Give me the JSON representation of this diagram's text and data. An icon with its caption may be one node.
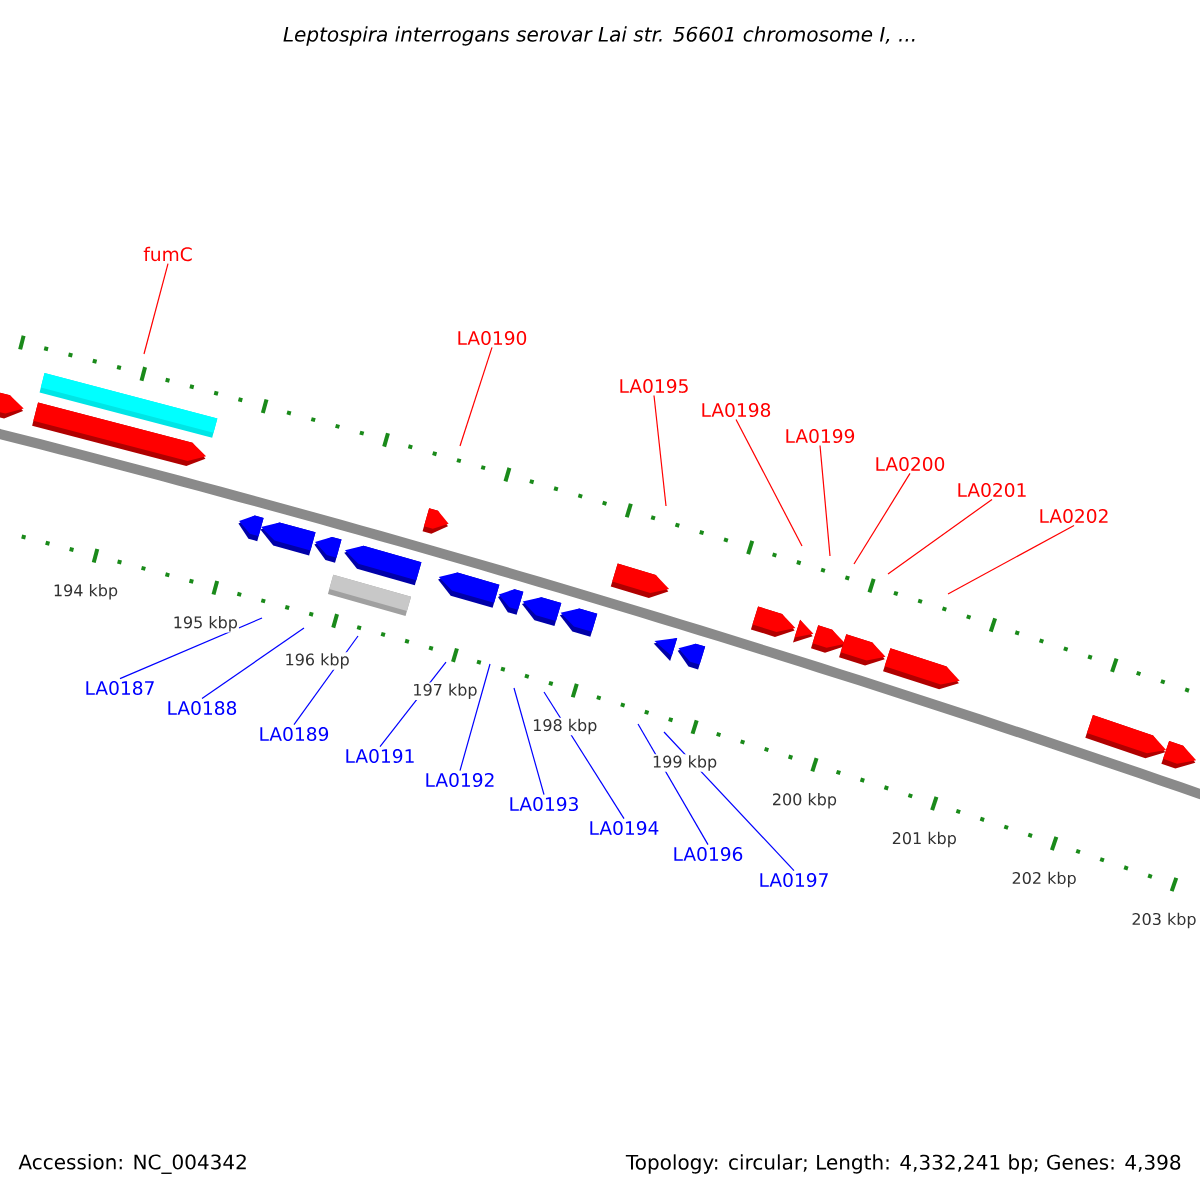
{
  "diagram": {
    "title": "Leptospira interrogans serovar Lai str. 56601 chromosome I, ...",
    "nodes": [
      {
        "text": [
          "fumC"
        ]
      },
      {
        "text": [
          "LA0190"
        ]
      },
      {
        "text": [
          "LA0195"
        ]
      },
      {
        "text": [
          "LA0198"
        ]
      },
      {
        "text": [
          "LA0199"
        ]
      },
      {
        "text": [
          "LA0200"
        ]
      },
      {
        "text": [
          "LA0201"
        ]
      },
      {
        "text": [
          "LA0202"
        ]
      },
      {
        "text": [
          "LA0187"
        ]
      },
      {
        "text": [
          "LA0188"
        ]
      },
      {
        "text": [
          "LA0189"
        ]
      },
      {
        "text": [
          "LA0191"
        ]
      },
      {
        "text": [
          "LA0192"
        ]
      },
      {
        "text": [
          "LA0193"
        ]
      },
      {
        "text": [
          "LA0194"
        ]
      },
      {
        "text": [
          "LA0196"
        ]
      },
      {
        "text": [
          "LA0197"
        ]
      }
    ],
    "edges": [
      {
        "from": 0,
        "to": null,
        "arrow": "none",
        "color": "#ff0000"
      },
      {
        "from": 1,
        "to": null,
        "arrow": "none",
        "color": "#ff0000"
      },
      {
        "from": 2,
        "to": null,
        "arrow": "none",
        "color": "#ff0000"
      },
      {
        "from": 3,
        "to": null,
        "arrow": "none",
        "color": "#ff0000"
      },
      {
        "from": 4,
        "to": null,
        "arrow": "none",
        "color": "#ff0000"
      },
      {
        "from": 5,
        "to": null,
        "arrow": "none",
        "color": "#ff0000"
      },
      {
        "from": 6,
        "to": null,
        "arrow": "none",
        "color": "#ff0000"
      },
      {
        "from": 7,
        "to": null,
        "arrow": "none",
        "color": "#ff0000"
      },
      {
        "from": 8,
        "to": null,
        "arrow": "none"
      },
      {
        "from": 9,
        "to": null,
        "arrow": "none"
      },
      {
        "from": 10,
        "to": null,
        "arrow": "none"
      },
      {
        "from": 11,
        "to": null,
        "arrow": "none"
      },
      {
        "from": 12,
        "to": null,
        "arrow": "none"
      },
      {
        "from": 13,
        "to": null,
        "arrow": "none"
      },
      {
        "from": 14,
        "to": null,
        "arrow": "none"
      },
      {
        "from": 15,
        "to": null,
        "arrow": "none"
      },
      {
        "from": 16,
        "to": null,
        "arrow": "none"
      }
    ],
    "labels": [
      "194 kbp",
      "195 kbp",
      "196 kbp",
      "197 kbp",
      "198 kbp",
      "199 kbp",
      "200 kbp",
      "201 kbp",
      "202 kbp",
      "203 kbp",
      "Accession: NC_004342",
      "Topology: circular; Length: 4,332,241 bp; Genes: 4,398"
    ]
  }
}
